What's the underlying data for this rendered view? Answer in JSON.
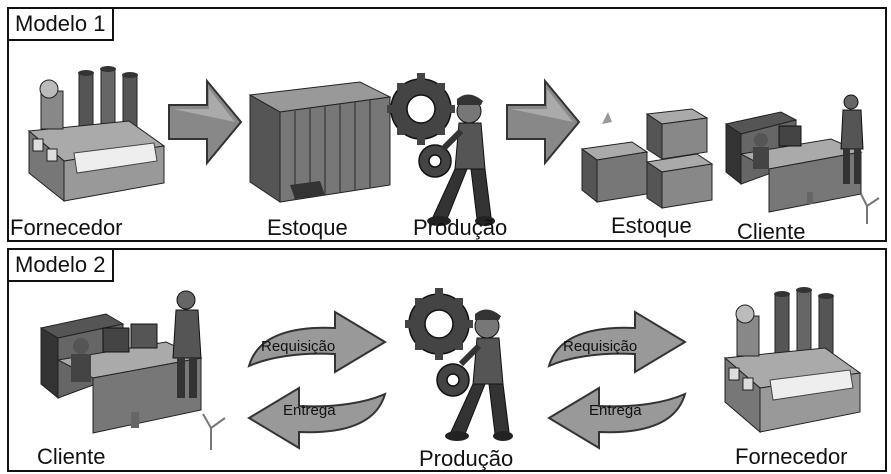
{
  "modelo1": {
    "title": "Modelo 1",
    "labels": {
      "fornecedor": "Fornecedor",
      "estoque1": "Estoque",
      "producao": "Produção",
      "estoque2": "Estoque",
      "cliente": "Cliente"
    }
  },
  "modelo2": {
    "title": "Modelo 2",
    "labels": {
      "cliente": "Cliente",
      "producao": "Produção",
      "fornecedor": "Fornecedor"
    },
    "arrows": {
      "left_top": "Requisição",
      "left_bottom": "Entrega",
      "right_top": "Requisição",
      "right_bottom": "Entrega"
    }
  },
  "icons": {
    "factory": "factory-icon",
    "container": "container-icon",
    "worker": "worker-gear-icon",
    "boxes": "boxes-icon",
    "customer": "customer-desk-icon"
  }
}
